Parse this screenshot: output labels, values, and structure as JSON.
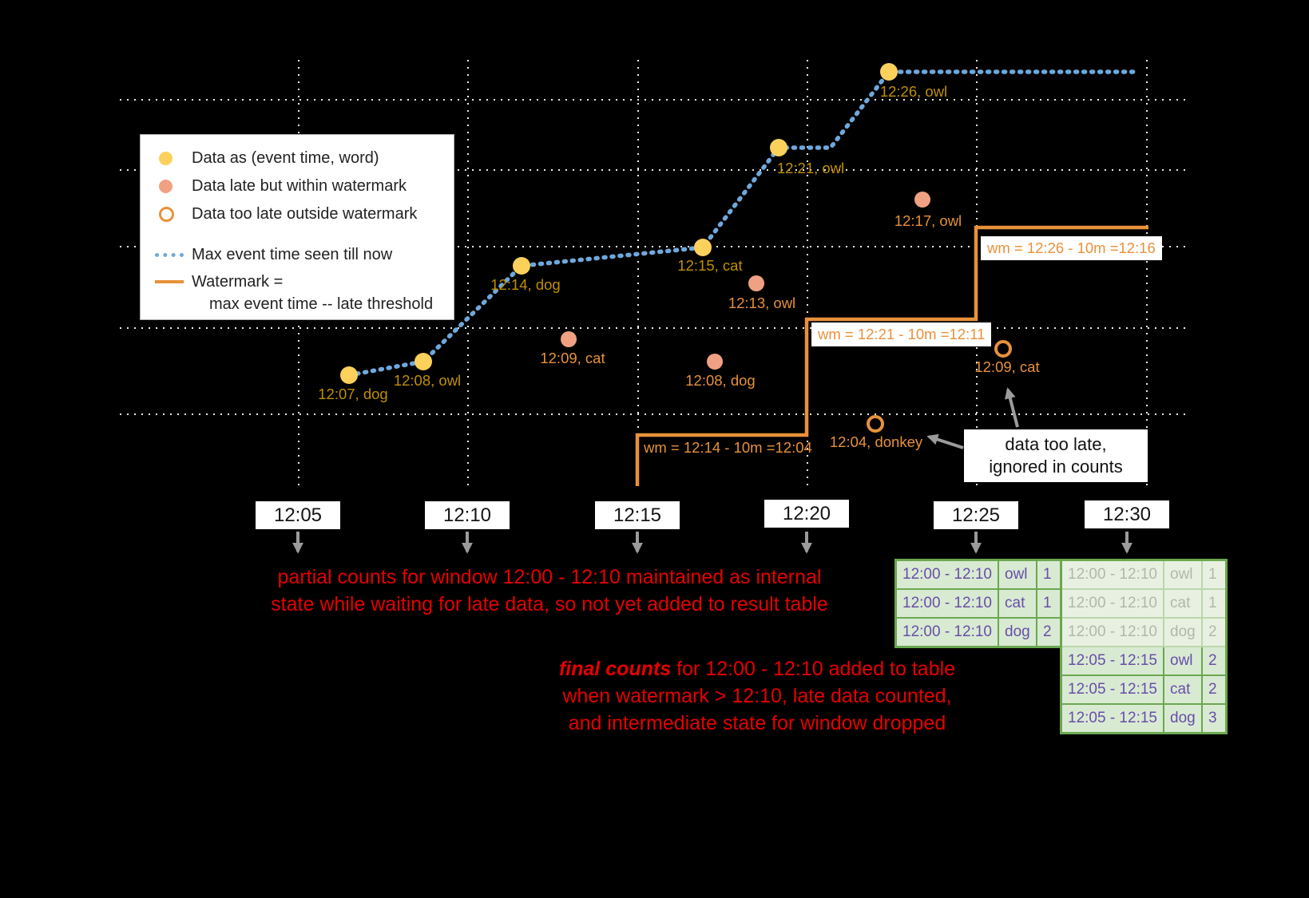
{
  "legend": {
    "on_time_label": "Data as (event time, word)",
    "late_label": "Data late but within watermark",
    "too_late_label": "Data too late outside watermark",
    "max_event_label": "Max event time seen till now",
    "watermark_label_line1": "Watermark =",
    "watermark_label_line2": "max event time -- late threshold"
  },
  "ticks": [
    {
      "label": "12:05"
    },
    {
      "label": "12:10"
    },
    {
      "label": "12:15"
    },
    {
      "label": "12:20"
    },
    {
      "label": "12:25"
    },
    {
      "label": "12:30"
    }
  ],
  "points": {
    "on_time": [
      {
        "label": "12:07, dog"
      },
      {
        "label": "12:08, owl"
      },
      {
        "label": "12:14, dog"
      },
      {
        "label": "12:15, cat"
      },
      {
        "label": "12:21, owl"
      },
      {
        "label": "12:26, owl"
      }
    ],
    "late": [
      {
        "label": "12:09, cat"
      },
      {
        "label": "12:08, dog"
      },
      {
        "label": "12:13, owl"
      },
      {
        "label": "12:17, owl"
      }
    ],
    "too_late": [
      {
        "label": "12:04, donkey"
      },
      {
        "label": "12:09, cat"
      }
    ]
  },
  "watermark_labels": [
    {
      "text": "wm = 12:14 - 10m =12:04"
    },
    {
      "text": "wm = 12:21 - 10m =12:11"
    },
    {
      "text": "wm = 12:26 - 10m =12:16"
    }
  ],
  "notes": {
    "too_late_line1": "data too late,",
    "too_late_line2": "ignored in counts",
    "partial_line1": "partial counts for window 12:00 - 12:10 maintained as internal",
    "partial_line2": "state while waiting for late data, so not yet added  to result table",
    "final_emphasis": "final counts",
    "final_line1_rest": " for 12:00 - 12:10 added to table",
    "final_line2": "when watermark > 12:10, late data counted,",
    "final_line3": "and intermediate state for window dropped"
  },
  "result_tables": {
    "at_12_25": {
      "rows": [
        {
          "window": "12:00 - 12:10",
          "word": "owl",
          "count": "1"
        },
        {
          "window": "12:00 - 12:10",
          "word": "cat",
          "count": "1"
        },
        {
          "window": "12:00 - 12:10",
          "word": "dog",
          "count": "2"
        }
      ]
    },
    "at_12_30": {
      "rows": [
        {
          "window": "12:00 - 12:10",
          "word": "owl",
          "count": "1",
          "faded": true
        },
        {
          "window": "12:00 - 12:10",
          "word": "cat",
          "count": "1",
          "faded": true
        },
        {
          "window": "12:00 - 12:10",
          "word": "dog",
          "count": "2",
          "faded": true
        },
        {
          "window": "12:05 - 12:15",
          "word": "owl",
          "count": "2",
          "faded": false
        },
        {
          "window": "12:05 - 12:15",
          "word": "cat",
          "count": "2",
          "faded": false
        },
        {
          "window": "12:05 - 12:15",
          "word": "dog",
          "count": "3",
          "faded": false
        }
      ]
    }
  },
  "colors": {
    "background": "#000000",
    "on_time_fill": "#fbd15c",
    "on_time_text": "#bf9000",
    "late_fill": "#f1a183",
    "late_text": "#e69138",
    "watermark_line": "#e8913a",
    "max_event_line": "#6fa8dc",
    "annotation_red": "#e60000",
    "table_border": "#6aa84f",
    "table_bg": "#d9ead3",
    "table_text": "#674ea7"
  }
}
